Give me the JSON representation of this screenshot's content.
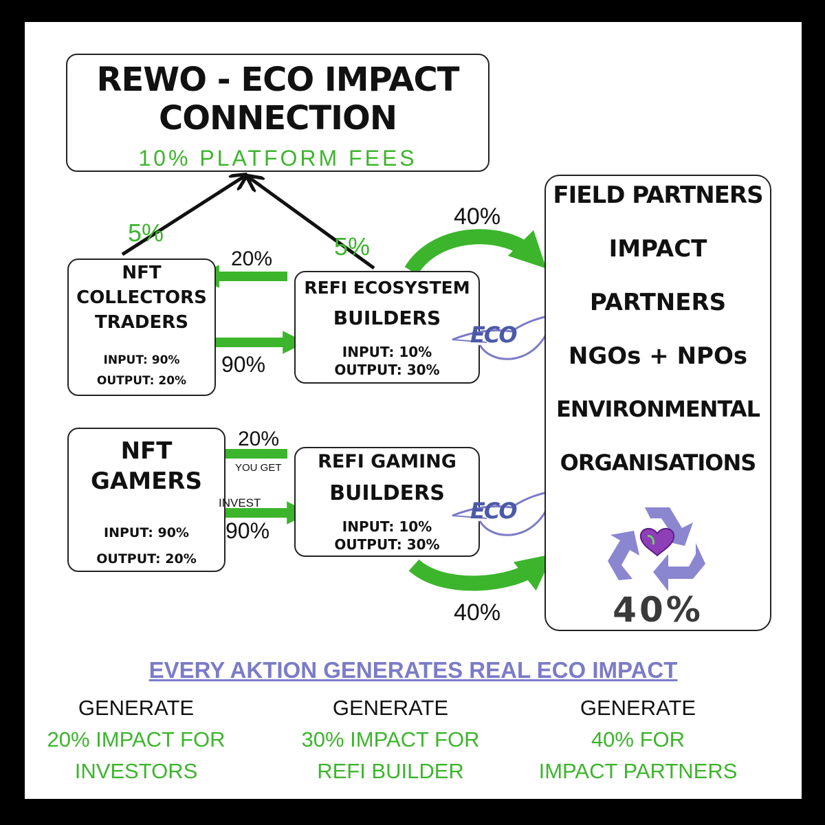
{
  "header": {
    "title_line1": "REWO - ECO IMPACT",
    "title_line2": "CONNECTION",
    "fees": "10% PLATFORM FEES"
  },
  "collectors": {
    "line1": "NFT",
    "line2": "COLLECTORS",
    "line3": "TRADERS",
    "input": "INPUT: 90%",
    "output": "OUTPUT: 20%"
  },
  "eco_builders": {
    "line1": "REFI ECOSYSTEM",
    "line2": "BUILDERS",
    "input": "INPUT: 10%",
    "output": "OUTPUT: 30%"
  },
  "gamers": {
    "line1": "NFT",
    "line2": "GAMERS",
    "input": "INPUT: 90%",
    "output": "OUTPUT: 20%"
  },
  "gaming_builders": {
    "line1": "REFI GAMING",
    "line2": "BUILDERS",
    "input": "INPUT: 10%",
    "output": "OUTPUT: 30%"
  },
  "partners": {
    "lines": [
      "FIELD PARTNERS",
      "IMPACT",
      "PARTNERS",
      "NGOs + NPOs",
      "ENVIRONMENTAL",
      "ORGANISATIONS"
    ],
    "percent": "40%"
  },
  "flows": {
    "left_fee": "5%",
    "right_fee": "5%",
    "eco_to_partners": "40%",
    "eco_to_collectors": "20%",
    "collectors_to_eco": "90%",
    "gaming_to_gamers": "20%",
    "you_get": "YOU GET",
    "invest": "INVEST",
    "gamers_to_gaming": "90%",
    "gaming_to_partners": "40%"
  },
  "eco_badge": "ECO",
  "footer": {
    "headline": "EVERY AKTION GENERATES REAL ECO IMPACT",
    "columns": [
      {
        "top": "GENERATE",
        "line1": "20% IMPACT FOR",
        "line2": "INVESTORS"
      },
      {
        "top": "GENERATE",
        "line1": "30% IMPACT FOR",
        "line2": "REFI BUILDER"
      },
      {
        "top": "GENERATE",
        "line1": "40% FOR",
        "line2": "IMPACT PARTNERS"
      }
    ]
  },
  "colors": {
    "green": "#3cb52c",
    "purple": "#7b7bc8",
    "frame": "#000000"
  }
}
